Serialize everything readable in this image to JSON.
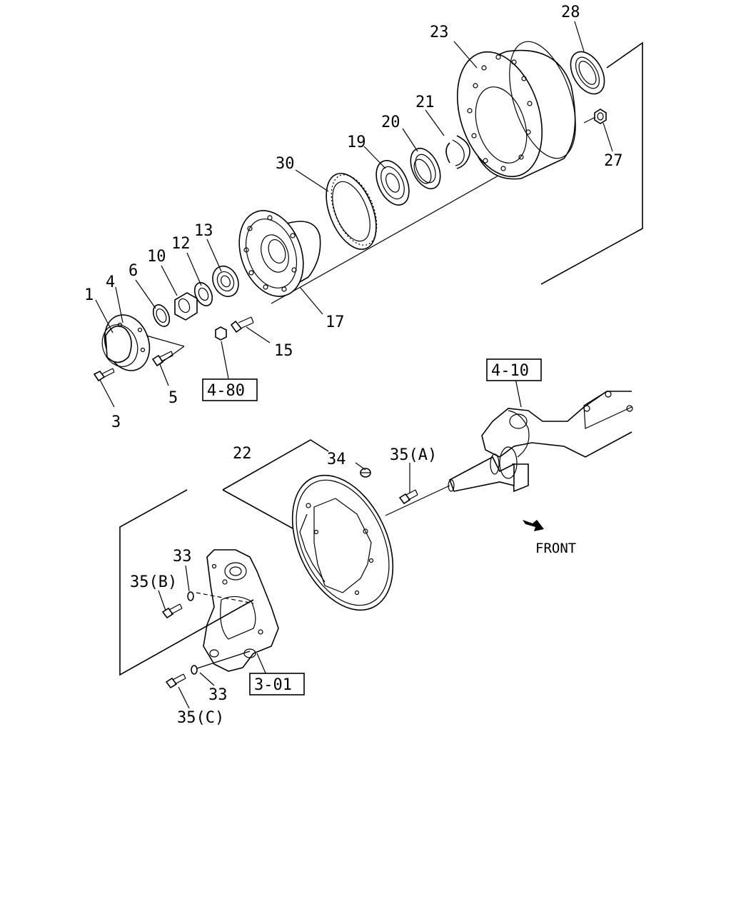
{
  "callouts": {
    "c1": "1",
    "c3": "3",
    "c4": "4",
    "c5": "5",
    "c6": "6",
    "c10": "10",
    "c12": "12",
    "c13": "13",
    "c15": "15",
    "c17": "17",
    "c19": "19",
    "c20": "20",
    "c21": "21",
    "c22": "22",
    "c23": "23",
    "c27": "27",
    "c28": "28",
    "c30": "30",
    "c33a": "33",
    "c33b": "33",
    "c34": "34",
    "c35a": "35(A)",
    "c35b": "35(B)",
    "c35c": "35(C)"
  },
  "references": {
    "hub_bolt_group": "4-80",
    "axle_group": "4-10",
    "brake_group": "3-01"
  },
  "direction_label": "FRONT"
}
